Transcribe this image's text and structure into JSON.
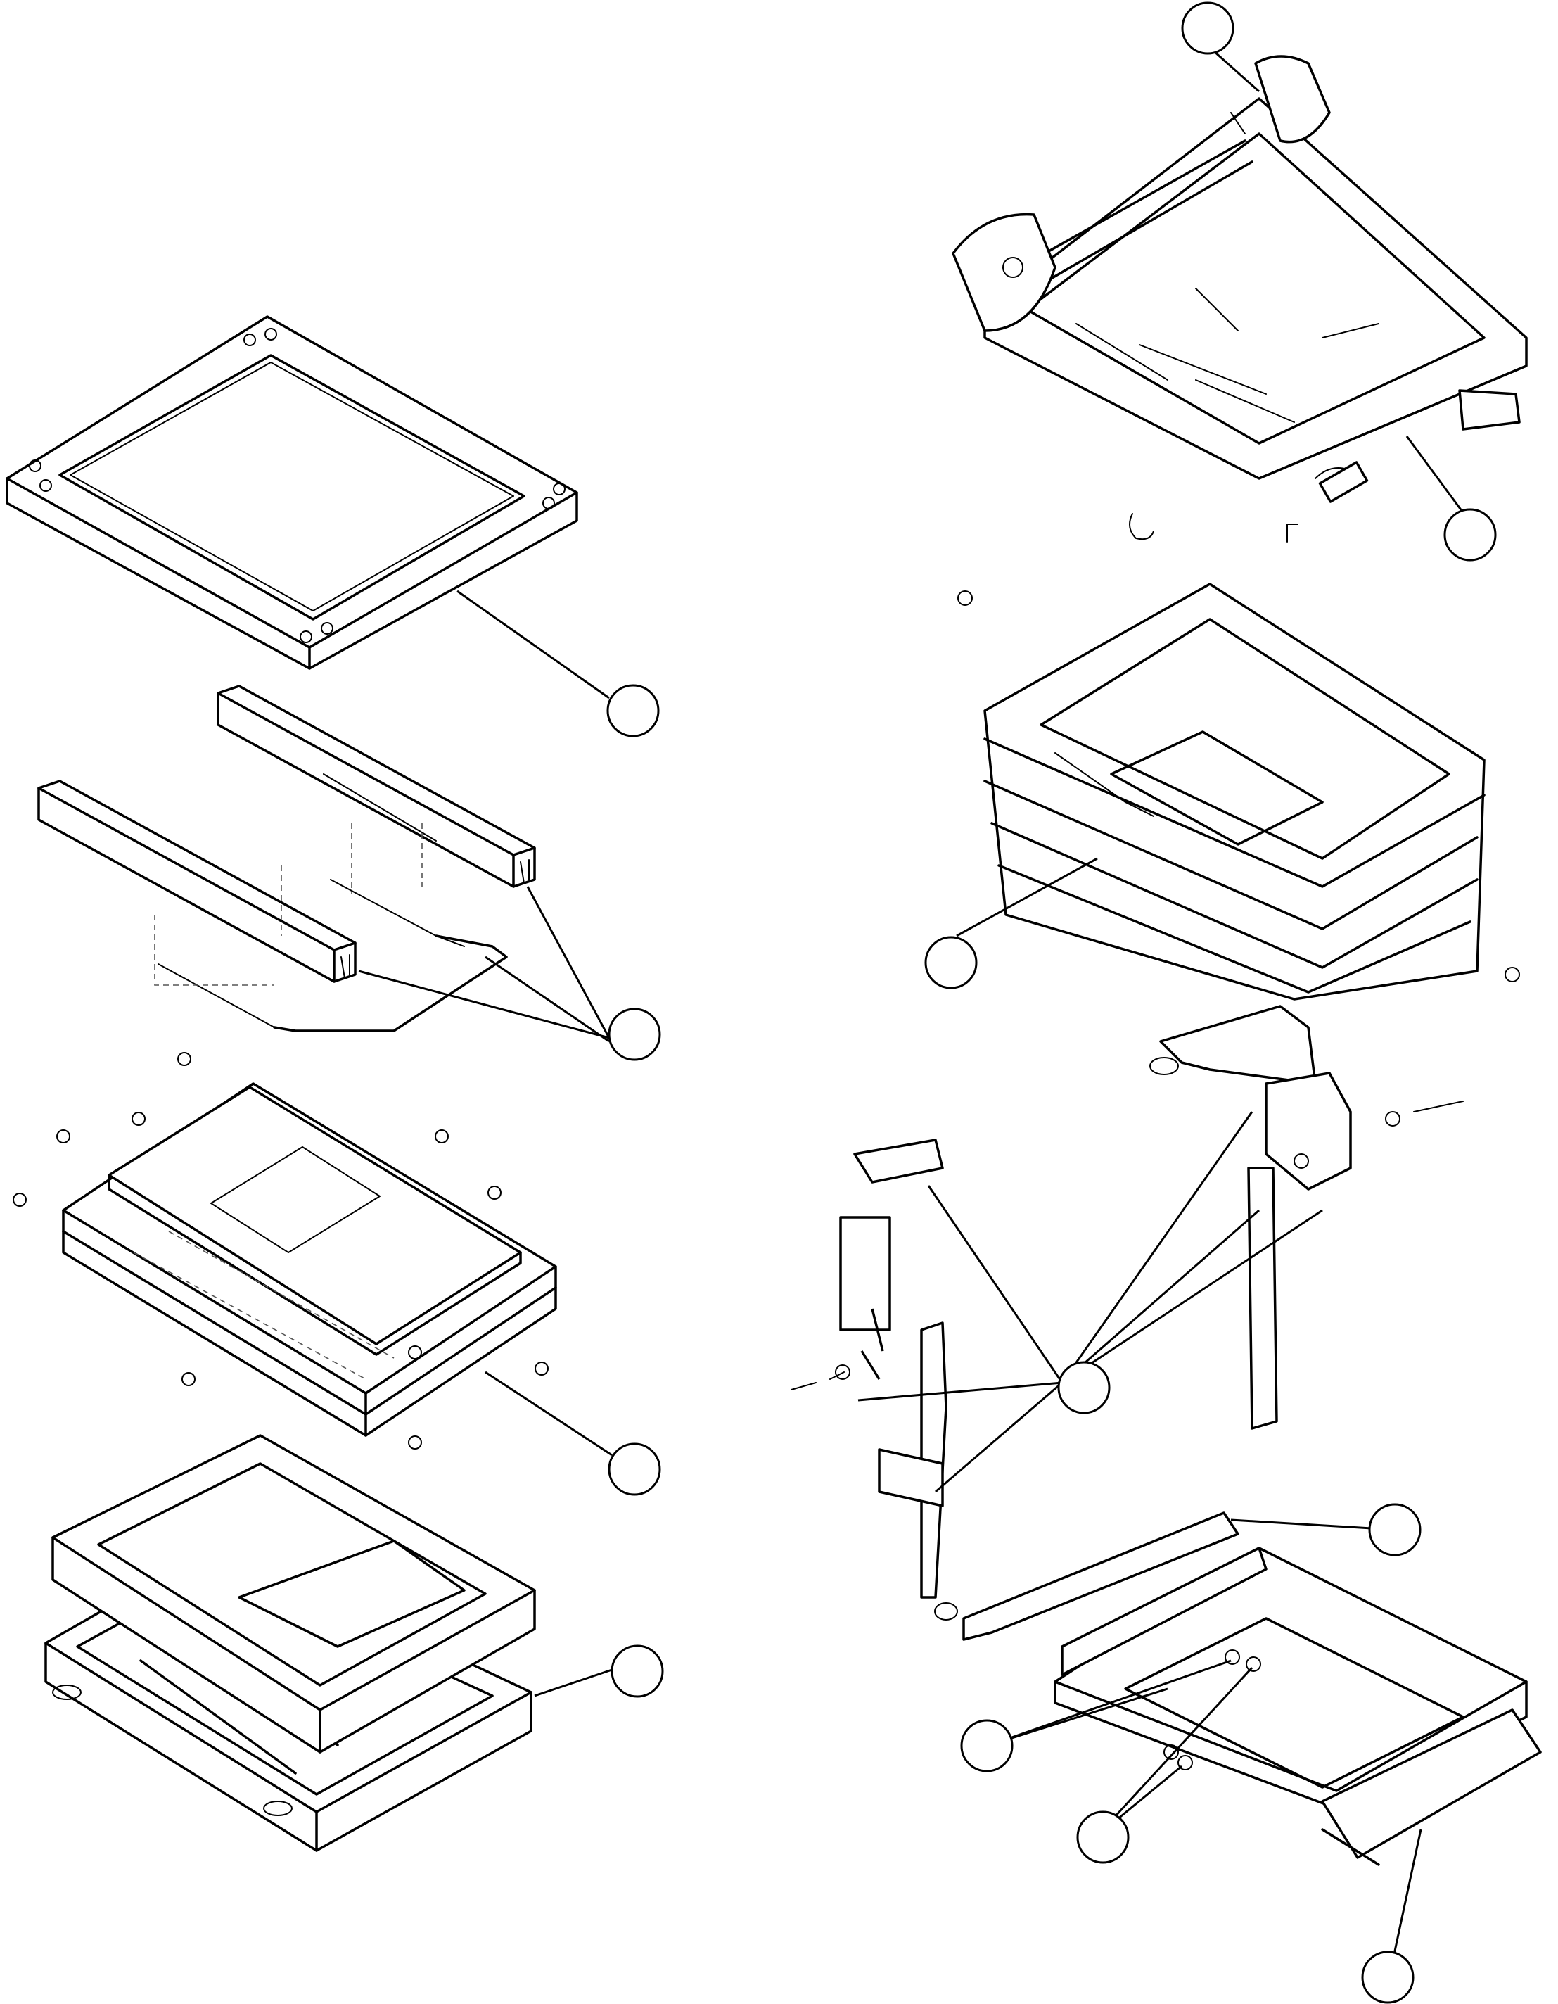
{
  "diagram": {
    "callouts": [
      {
        "id": "c1",
        "label": ""
      },
      {
        "id": "c2",
        "label": ""
      },
      {
        "id": "c3",
        "label": ""
      },
      {
        "id": "c4",
        "label": ""
      },
      {
        "id": "c5",
        "label": ""
      },
      {
        "id": "c6",
        "label": ""
      },
      {
        "id": "c7",
        "label": ""
      },
      {
        "id": "c8",
        "label": ""
      },
      {
        "id": "c9",
        "label": ""
      },
      {
        "id": "c10",
        "label": ""
      },
      {
        "id": "c11",
        "label": ""
      },
      {
        "id": "c12",
        "label": ""
      },
      {
        "id": "c13",
        "label": ""
      }
    ]
  }
}
